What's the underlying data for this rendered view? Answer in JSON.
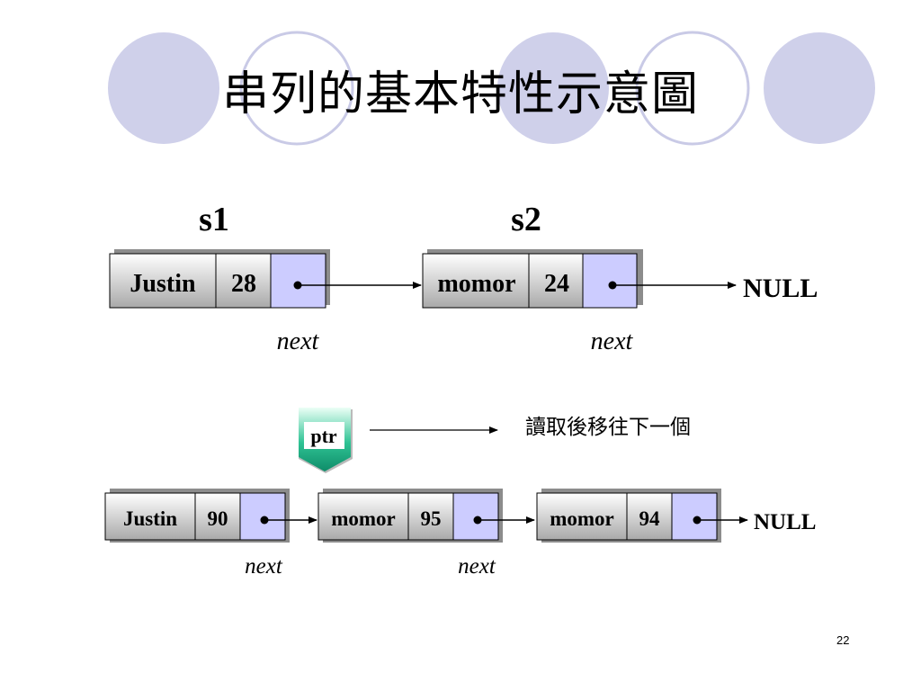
{
  "slide": {
    "title": "串列的基本特性示意圖",
    "page_number": "22"
  },
  "top_list": {
    "labels": [
      "s1",
      "s2"
    ],
    "nodes": [
      {
        "name": "Justin",
        "value": "28"
      },
      {
        "name": "momor",
        "value": "24"
      }
    ],
    "next_label": "next",
    "null_label": "NULL"
  },
  "pointer": {
    "label": "ptr",
    "description": "讀取後移往下一個"
  },
  "bottom_list": {
    "nodes": [
      {
        "name": "Justin",
        "value": "90"
      },
      {
        "name": "momor",
        "value": "95"
      },
      {
        "name": "momor",
        "value": "94"
      }
    ],
    "next_label": "next",
    "null_label": "NULL"
  },
  "colors": {
    "circle_fill": "#cfd0ea",
    "circle_stroke": "#c9cae6",
    "pointer_cell": "#ccccff",
    "ptr_green": "#19a17d"
  }
}
